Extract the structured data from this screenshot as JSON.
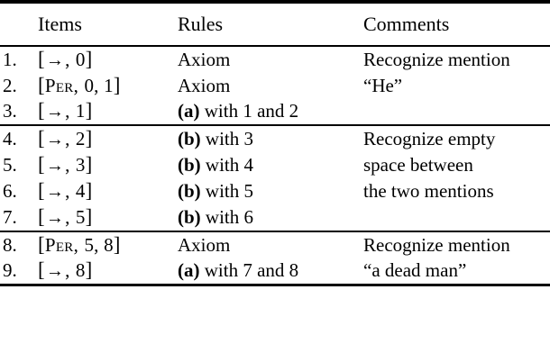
{
  "table": {
    "headers": {
      "num": "",
      "items": "Items",
      "rules": "Rules",
      "comments": "Comments"
    },
    "groups": [
      {
        "rows": [
          {
            "num": "1.",
            "item": "[→, 0]",
            "item_kind": "arrow",
            "item_args": "0",
            "rule_label": "",
            "rule_text": "Axiom",
            "comment": "Recognize mention"
          },
          {
            "num": "2.",
            "item": "[Per, 0, 1]",
            "item_kind": "per",
            "item_args": "0, 1",
            "rule_label": "",
            "rule_text": "Axiom",
            "comment": "“He”"
          },
          {
            "num": "3.",
            "item": "[→, 1]",
            "item_kind": "arrow",
            "item_args": "1",
            "rule_label": "(a)",
            "rule_text": "with 1 and 2",
            "comment": ""
          }
        ]
      },
      {
        "rows": [
          {
            "num": "4.",
            "item": "[→, 2]",
            "item_kind": "arrow",
            "item_args": "2",
            "rule_label": "(b)",
            "rule_text": "with 3",
            "comment": "Recognize empty"
          },
          {
            "num": "5.",
            "item": "[→, 3]",
            "item_kind": "arrow",
            "item_args": "3",
            "rule_label": "(b)",
            "rule_text": "with 4",
            "comment": "space between"
          },
          {
            "num": "6.",
            "item": "[→, 4]",
            "item_kind": "arrow",
            "item_args": "4",
            "rule_label": "(b)",
            "rule_text": "with 5",
            "comment": "the two mentions"
          },
          {
            "num": "7.",
            "item": "[→, 5]",
            "item_kind": "arrow",
            "item_args": "5",
            "rule_label": "(b)",
            "rule_text": "with 6",
            "comment": ""
          }
        ]
      },
      {
        "rows": [
          {
            "num": "8.",
            "item": "[Per, 5, 8]",
            "item_kind": "per",
            "item_args": "5, 8",
            "rule_label": "",
            "rule_text": "Axiom",
            "comment": "Recognize mention"
          },
          {
            "num": "9.",
            "item": "[→, 8]",
            "item_kind": "arrow",
            "item_args": "8",
            "rule_label": "(a)",
            "rule_text": "with 7 and 8",
            "comment": "“a dead man”"
          }
        ]
      }
    ],
    "symbols": {
      "arrow": "→",
      "bracket_open": "[",
      "bracket_close": "]",
      "per_label": "Per"
    },
    "colors": {
      "text": "#000000",
      "background": "#ffffff",
      "rule": "#000000"
    }
  }
}
